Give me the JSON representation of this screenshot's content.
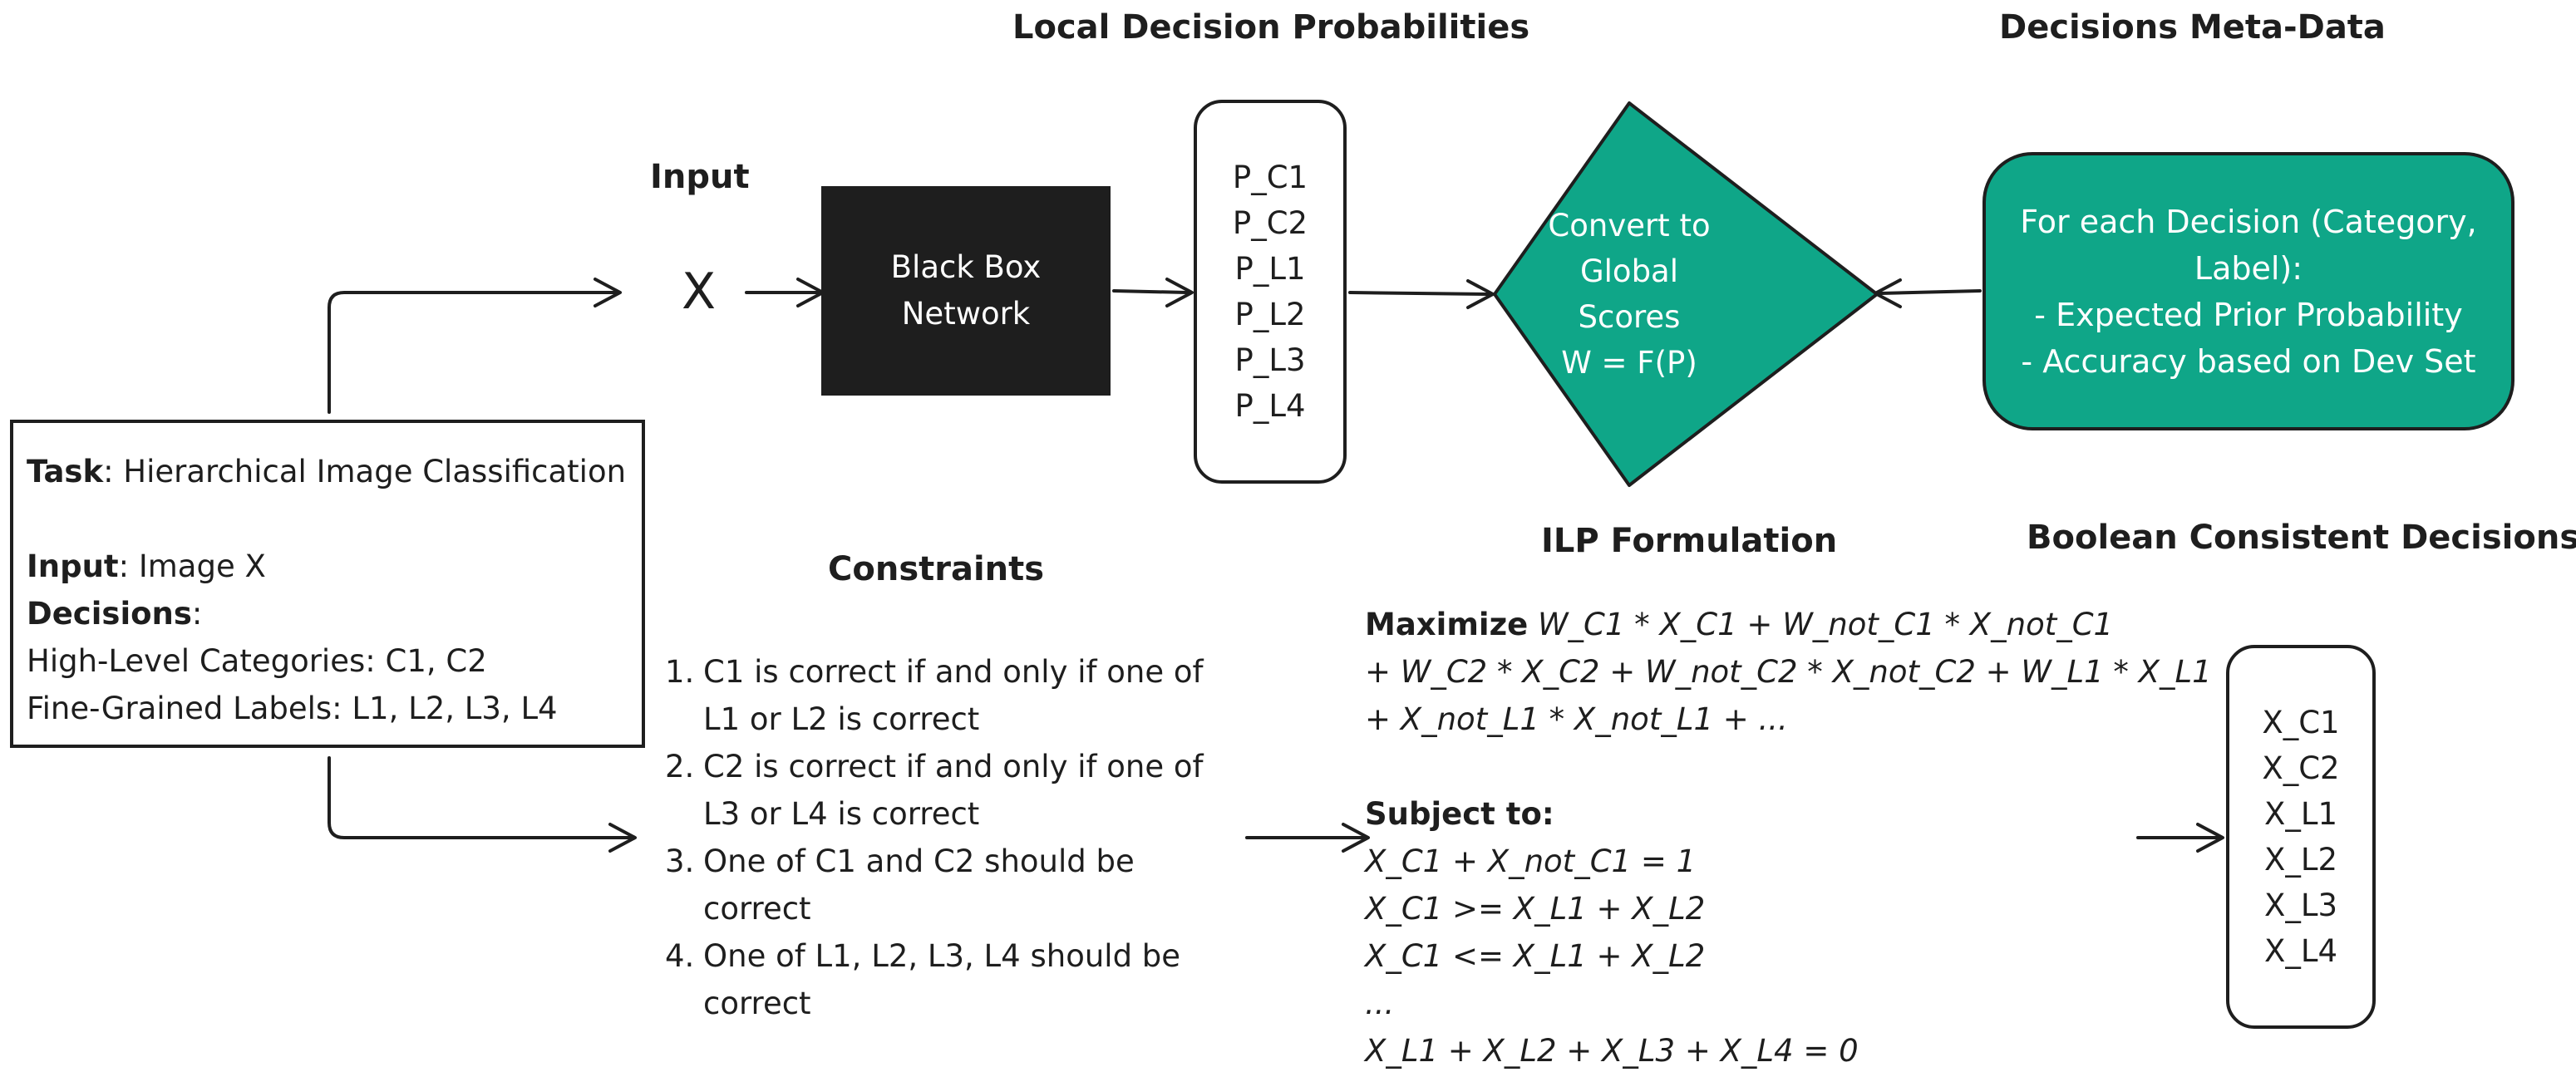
{
  "colors": {
    "accent": "#0fa688",
    "ink": "#1e1e1e",
    "box_fill_dark": "#1e1e1e"
  },
  "headings": {
    "local_decision_probabilities": "Local Decision Probabilities",
    "decisions_meta_data": "Decisions Meta-Data",
    "input": "Input",
    "constraints": "Constraints",
    "ilp_formulation": "ILP Formulation",
    "boolean_consistent_decisions": "Boolean Consistent Decisions"
  },
  "task_box": {
    "task_label": "Task",
    "task_value": ": Hierarchical Image Classification",
    "input_label": "Input",
    "input_value": ": Image X",
    "decisions_label": "Decisions",
    "decisions_colon": ":",
    "high_level": "High-Level Categories: C1, C2",
    "fine_grained": "Fine-Grained Labels: L1, L2, L3, L4"
  },
  "input_symbol": "X",
  "black_box": {
    "line1": "Black Box",
    "line2": "Network"
  },
  "probabilities": [
    "P_C1",
    "P_C2",
    "P_L1",
    "P_L2",
    "P_L3",
    "P_L4"
  ],
  "convert": {
    "line1": "Convert to",
    "line2": "Global",
    "line3": "Scores",
    "line4": "W = F(P)"
  },
  "meta_box": {
    "line1": "For each Decision (Category,",
    "line2": "Label):",
    "line3": "- Expected Prior Probability",
    "line4": "- Accuracy based on Dev Set"
  },
  "constraints": [
    {
      "num": "1.",
      "lines": [
        "C1 is correct if and only if one of",
        "L1 or L2 is correct"
      ]
    },
    {
      "num": "2.",
      "lines": [
        "C2 is correct if and only if one of",
        "L3 or L4 is correct"
      ]
    },
    {
      "num": "3.",
      "lines": [
        "One of C1 and C2 should be",
        "correct"
      ]
    },
    {
      "num": "4.",
      "lines": [
        "One of L1, L2, L3, L4 should be",
        "correct"
      ]
    }
  ],
  "ilp": {
    "maximize_label": "Maximize",
    "objective_line1": " W_C1 * X_C1 + W_not_C1 * X_not_C1",
    "objective_line2": "+ W_C2 * X_C2 + W_not_C2 * X_not_C2 + W_L1 * X_L1",
    "objective_line3": "+ X_not_L1 * X_not_L1 + ...",
    "subject_to_label": "Subject to:",
    "constraint_lines": [
      "X_C1 + X_not_C1 = 1",
      "X_C1 >= X_L1 + X_L2",
      "X_C1 <= X_L1 + X_L2",
      "...",
      "X_L1 + X_L2 + X_L3 + X_L4 = 0"
    ]
  },
  "decisions": [
    "X_C1",
    "X_C2",
    "X_L1",
    "X_L2",
    "X_L3",
    "X_L4"
  ]
}
